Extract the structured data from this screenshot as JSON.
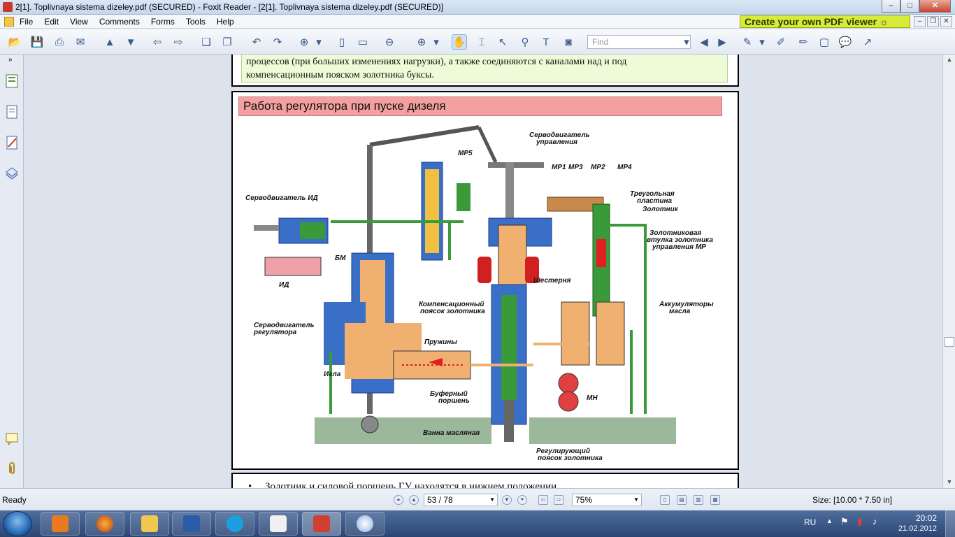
{
  "window": {
    "title": "2[1]. Toplivnaya sistema dizeley.pdf (SECURED) - Foxit Reader - [2[1]. Toplivnaya sistema dizeley.pdf (SECURED)]",
    "minimize": "‒",
    "maximize": "□",
    "close": "✕"
  },
  "menu": [
    "File",
    "Edit",
    "View",
    "Comments",
    "Forms",
    "Tools",
    "Help"
  ],
  "ad": "Create your own PDF viewer ☼",
  "mdi": [
    "‒",
    "❐",
    "✕"
  ],
  "toolbar": {
    "find_placeholder": "Find"
  },
  "document": {
    "note_text_line1": "процессов (при больших изменениях нагрузки), а также соединяются с каналами над и под",
    "note_text_line2": "компенсационным пояском золотника буксы.",
    "slide_heading": "Работа  регулятора при пуске дизеля",
    "next_bullet": "Золотник и силовой поршень  ГУ находятся в нижнем положении",
    "diagram_labels": {
      "servo_control": "Серводвигатель",
      "servo_control2": "управления",
      "mp5": "МР5",
      "mp1": "МР1",
      "mp3": "МР3",
      "mp2": "МР2",
      "mp4": "МР4",
      "servo_id": "Серводвигатель ИД",
      "tri_plate": "Треугольная",
      "tri_plate2": "пластина",
      "zolotnik": "Золотник",
      "bushing": "Золотниковая",
      "bushing2": "втулка золотника",
      "bushing3": "управления МР",
      "bm": "БМ",
      "id": "ИД",
      "gear": "Шестерня",
      "comp_belt": "Компенсационный",
      "comp_belt2": "поясок золотника",
      "servo_reg": "Серводвигатель",
      "servo_reg2": "регулятора",
      "springs": "Пружины",
      "accum": "Аккумуляторы",
      "accum2": "масла",
      "needle": "Игла",
      "buffer": "Буферный",
      "buffer2": "поршень",
      "mn": "МН",
      "oil_bath": "Ванна масляная",
      "reg_belt": "Регулирующий",
      "reg_belt2": "поясок золотника"
    }
  },
  "status": {
    "ready": "Ready",
    "page": "53 / 78",
    "zoom": "75%",
    "size": "Size: [10.00 * 7.50 in]"
  },
  "taskbar": {
    "lang": "RU",
    "time": "20:02",
    "date": "21.02.2012"
  }
}
